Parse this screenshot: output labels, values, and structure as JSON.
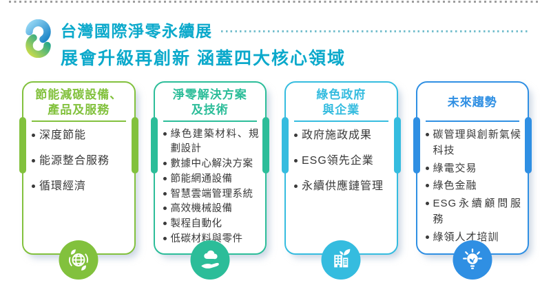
{
  "header": {
    "title": "台灣國際淨零永續展",
    "subtitle": "展會升級再創新 涵蓋四大核心領域",
    "color": "#0ba9cb",
    "logo": {
      "name": "net-zero-logo",
      "blue": "#2e9fd8",
      "green": "#63b844"
    }
  },
  "cards": [
    {
      "title_lines": [
        "節能減碳設備、",
        "產品及服務"
      ],
      "color": "#82c13d",
      "icon": "globe-leaf-icon",
      "items": [
        "深度節能",
        "能源整合服務",
        "循環經濟"
      ]
    },
    {
      "title_lines": [
        "淨零解決方案",
        "及技術"
      ],
      "color": "#2cbd99",
      "icon": "hand-cloud-icon",
      "items": [
        "綠色建築材料、規劃設計",
        "數據中心解決方案",
        "節能網通設備",
        "智慧雲端管理系統",
        "高效機械設備",
        "製程自動化",
        "低碳材料與零件"
      ]
    },
    {
      "title_lines": [
        "綠色政府",
        "與企業"
      ],
      "color": "#35bcdf",
      "icon": "green-building-icon",
      "items": [
        "政府施政成果",
        "ESG領先企業",
        "永續供應鏈管理"
      ]
    },
    {
      "title_lines": [
        "未來趨勢"
      ],
      "color": "#2f8fe3",
      "icon": "eco-bulb-icon",
      "items": [
        "碳管理與創新氣候科技",
        "綠電交易",
        "綠色金融",
        "ESG永續顧問服務",
        "綠領人才培訓"
      ]
    }
  ]
}
